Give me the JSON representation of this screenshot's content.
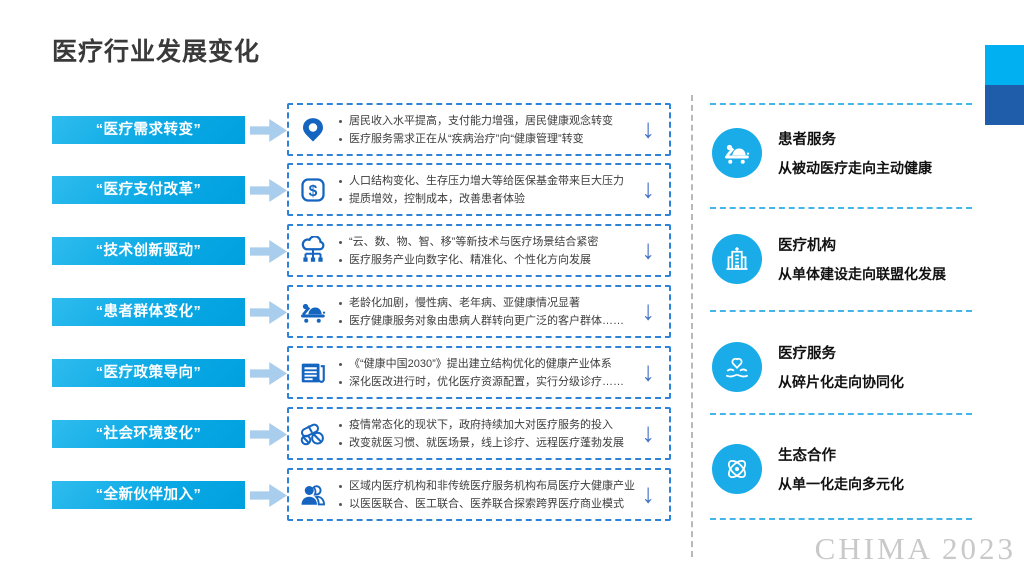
{
  "title": "医疗行业发展变化",
  "watermark": "CHIMA 2023",
  "colors": {
    "label_bar_cyan": "#0aa9e5",
    "mid_box_border": "#2e82d8",
    "mid_icon_blue": "#1565c0",
    "down_arrow_blue": "#4472c4",
    "block_arrow_light_blue": "#a9cdec",
    "outcome_circle_cyan": "#19ace9",
    "separator_cyan": "#45b4e8",
    "divider_gray": "#b9b9b9",
    "deco_square_light": "#00b0f0",
    "deco_square_dark": "#1f5ca9",
    "watermark_gray": "#c9c9c9"
  },
  "icons": {
    "dollar_glyph": "$"
  },
  "rows": [
    {
      "label": "“医疗需求转变”",
      "icon": "map-pin-icon",
      "bullets": [
        "居民收入水平提高，支付能力增强，居民健康观念转变",
        "医疗服务需求正在从“疾病治疗”向“健康管理”转变"
      ]
    },
    {
      "label": "“医疗支付改革”",
      "icon": "dollar-sign-icon",
      "bullets": [
        "人口结构变化、生存压力增大等给医保基金带来巨大压力",
        "提质增效，控制成本，改善患者体验"
      ]
    },
    {
      "label": "“技术创新驱动”",
      "icon": "cloud-network-icon",
      "bullets": [
        "“云、数、物、智、移”等新技术与医疗场景结合紧密",
        "医疗服务产业向数字化、精准化、个性化方向发展"
      ]
    },
    {
      "label": "“患者群体变化”",
      "icon": "patient-bed-icon",
      "bullets": [
        "老龄化加剧，慢性病、老年病、亚健康情况显著",
        "医疗健康服务对象由患病人群转向更广泛的客户群体……"
      ]
    },
    {
      "label": "“医疗政策导向”",
      "icon": "newspaper-icon",
      "bullets": [
        "《“健康中国2030”》提出建立结构优化的健康产业体系",
        "深化医改进行时，优化医疗资源配置，实行分级诊疗……"
      ]
    },
    {
      "label": "“社会环境变化”",
      "icon": "pills-icon",
      "bullets": [
        "疫情常态化的现状下，政府持续加大对医疗服务的投入",
        "改变就医习惯、就医场景，线上诊疗、远程医疗蓬勃发展"
      ]
    },
    {
      "label": "“全新伙伴加入”",
      "icon": "users-icon",
      "bullets": [
        "区域内医疗机构和非传统医疗服务机构布局医疗大健康产业",
        "以医医联合、医工联合、医养联合探索跨界医疗商业模式"
      ]
    }
  ],
  "outcomes": [
    {
      "heading": "患者服务",
      "subtext": "从被动医疗走向主动健康",
      "icon": "patient-bed-icon"
    },
    {
      "heading": "医疗机构",
      "subtext": "从单体建设走向联盟化发展",
      "icon": "hospital-icon"
    },
    {
      "heading": "医疗服务",
      "subtext": "从碎片化走向协同化",
      "icon": "hands-heart-icon"
    },
    {
      "heading": "生态合作",
      "subtext": "从单一化走向多元化",
      "icon": "ecosystem-icon"
    }
  ]
}
